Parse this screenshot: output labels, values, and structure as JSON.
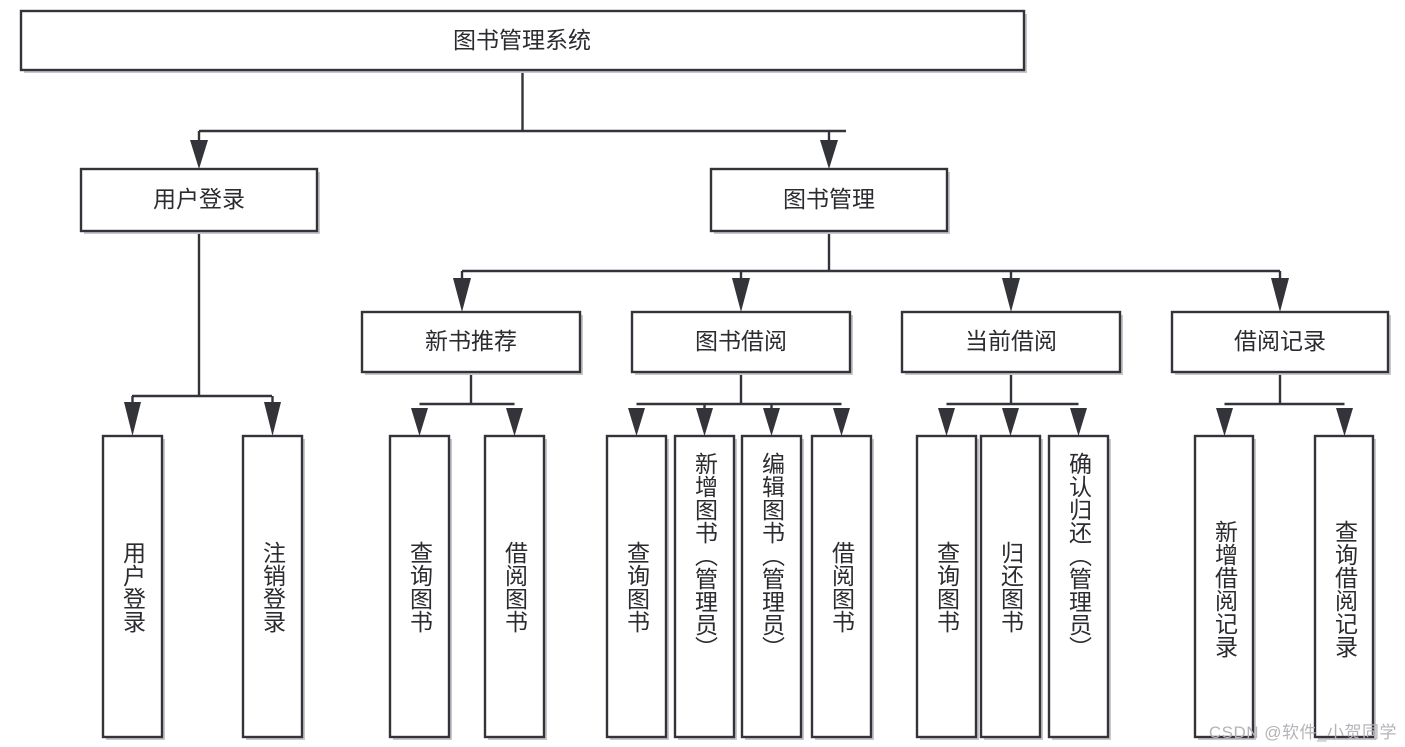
{
  "diagram": {
    "type": "tree-hierarchy-chart",
    "title": "图书管理系统",
    "watermark": "CSDN @软件_小贺同学",
    "colors": {
      "stroke": "#33333a",
      "fill": "#ffffff",
      "text": "#2b2b30",
      "shadow": "#c8c8cc",
      "watermark": "#b4b4b8"
    },
    "levels": [
      {
        "level": 0,
        "nodes": [
          {
            "id": "root",
            "label": "图书管理系统",
            "orientation": "horizontal"
          }
        ]
      },
      {
        "level": 1,
        "nodes": [
          {
            "id": "user-login",
            "label": "用户登录",
            "orientation": "horizontal",
            "parent": "root"
          },
          {
            "id": "book-manage",
            "label": "图书管理",
            "orientation": "horizontal",
            "parent": "root"
          }
        ]
      },
      {
        "level": 2,
        "nodes": [
          {
            "id": "new-book-rec",
            "label": "新书推荐",
            "orientation": "horizontal",
            "parent": "book-manage"
          },
          {
            "id": "book-borrow",
            "label": "图书借阅",
            "orientation": "horizontal",
            "parent": "book-manage"
          },
          {
            "id": "current-borrow",
            "label": "当前借阅",
            "orientation": "horizontal",
            "parent": "book-manage"
          },
          {
            "id": "borrow-record",
            "label": "借阅记录",
            "orientation": "horizontal",
            "parent": "book-manage"
          }
        ]
      },
      {
        "level": 3,
        "nodes": [
          {
            "id": "leaf-user-login",
            "label": "用户登录",
            "orientation": "vertical",
            "parent": "user-login"
          },
          {
            "id": "leaf-logout",
            "label": "注销登录",
            "orientation": "vertical",
            "parent": "user-login"
          },
          {
            "id": "leaf-query-book-1",
            "label": "查询图书",
            "orientation": "vertical",
            "parent": "new-book-rec"
          },
          {
            "id": "leaf-borrow-book-1",
            "label": "借阅图书",
            "orientation": "vertical",
            "parent": "new-book-rec"
          },
          {
            "id": "leaf-query-book-2",
            "label": "查询图书",
            "orientation": "vertical",
            "parent": "book-borrow"
          },
          {
            "id": "leaf-add-book",
            "label": "新增图书（管理员）",
            "orientation": "vertical",
            "parent": "book-borrow"
          },
          {
            "id": "leaf-edit-book",
            "label": "编辑图书（管理员）",
            "orientation": "vertical",
            "parent": "book-borrow"
          },
          {
            "id": "leaf-borrow-book-2",
            "label": "借阅图书",
            "orientation": "vertical",
            "parent": "book-borrow"
          },
          {
            "id": "leaf-query-book-3",
            "label": "查询图书",
            "orientation": "vertical",
            "parent": "current-borrow"
          },
          {
            "id": "leaf-return-book",
            "label": "归还图书",
            "orientation": "vertical",
            "parent": "current-borrow"
          },
          {
            "id": "leaf-confirm-return",
            "label": "确认归还（管理员）",
            "orientation": "vertical",
            "parent": "current-borrow"
          },
          {
            "id": "leaf-add-record",
            "label": "新增借阅记录",
            "orientation": "vertical",
            "parent": "borrow-record"
          },
          {
            "id": "leaf-query-record",
            "label": "查询借阅记录",
            "orientation": "vertical",
            "parent": "borrow-record"
          }
        ]
      }
    ]
  }
}
